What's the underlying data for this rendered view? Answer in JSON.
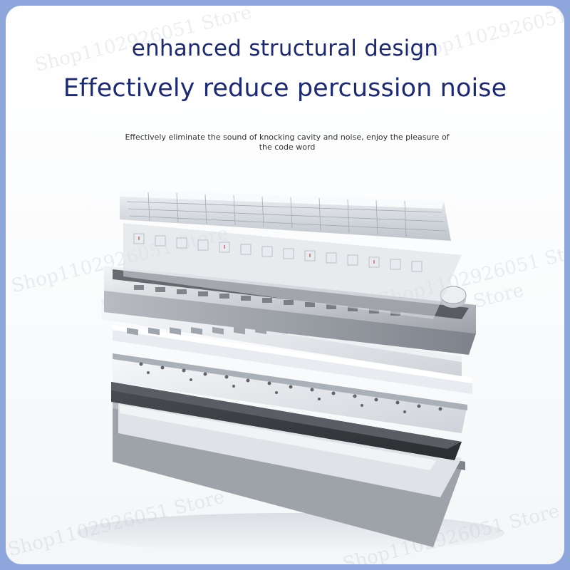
{
  "frame": {
    "border_color": "#8fa6dd",
    "heading_color": "#1f2a6b"
  },
  "headline": {
    "line1": "enhanced structural design",
    "line2": "Effectively reduce percussion noise"
  },
  "subtext": "Effectively eliminate the sound of knocking cavity and noise, enjoy the pleasure of the code word",
  "watermarks": [
    "Shop1102926051 Store",
    "Shop1102926051 Store",
    "Shop1102926051 Store",
    "Shop1102926051 Store",
    "Shop1102926051 Store",
    "Shop1102926051 Store",
    "Shop1102926051 Store"
  ],
  "illustration": {
    "subject": "exploded keyboard layers",
    "layers": [
      "transparent keycaps",
      "switches",
      "aluminum top case with knob",
      "steel plate",
      "foam layer",
      "PCB",
      "bottom foam",
      "aluminum bottom case"
    ]
  }
}
